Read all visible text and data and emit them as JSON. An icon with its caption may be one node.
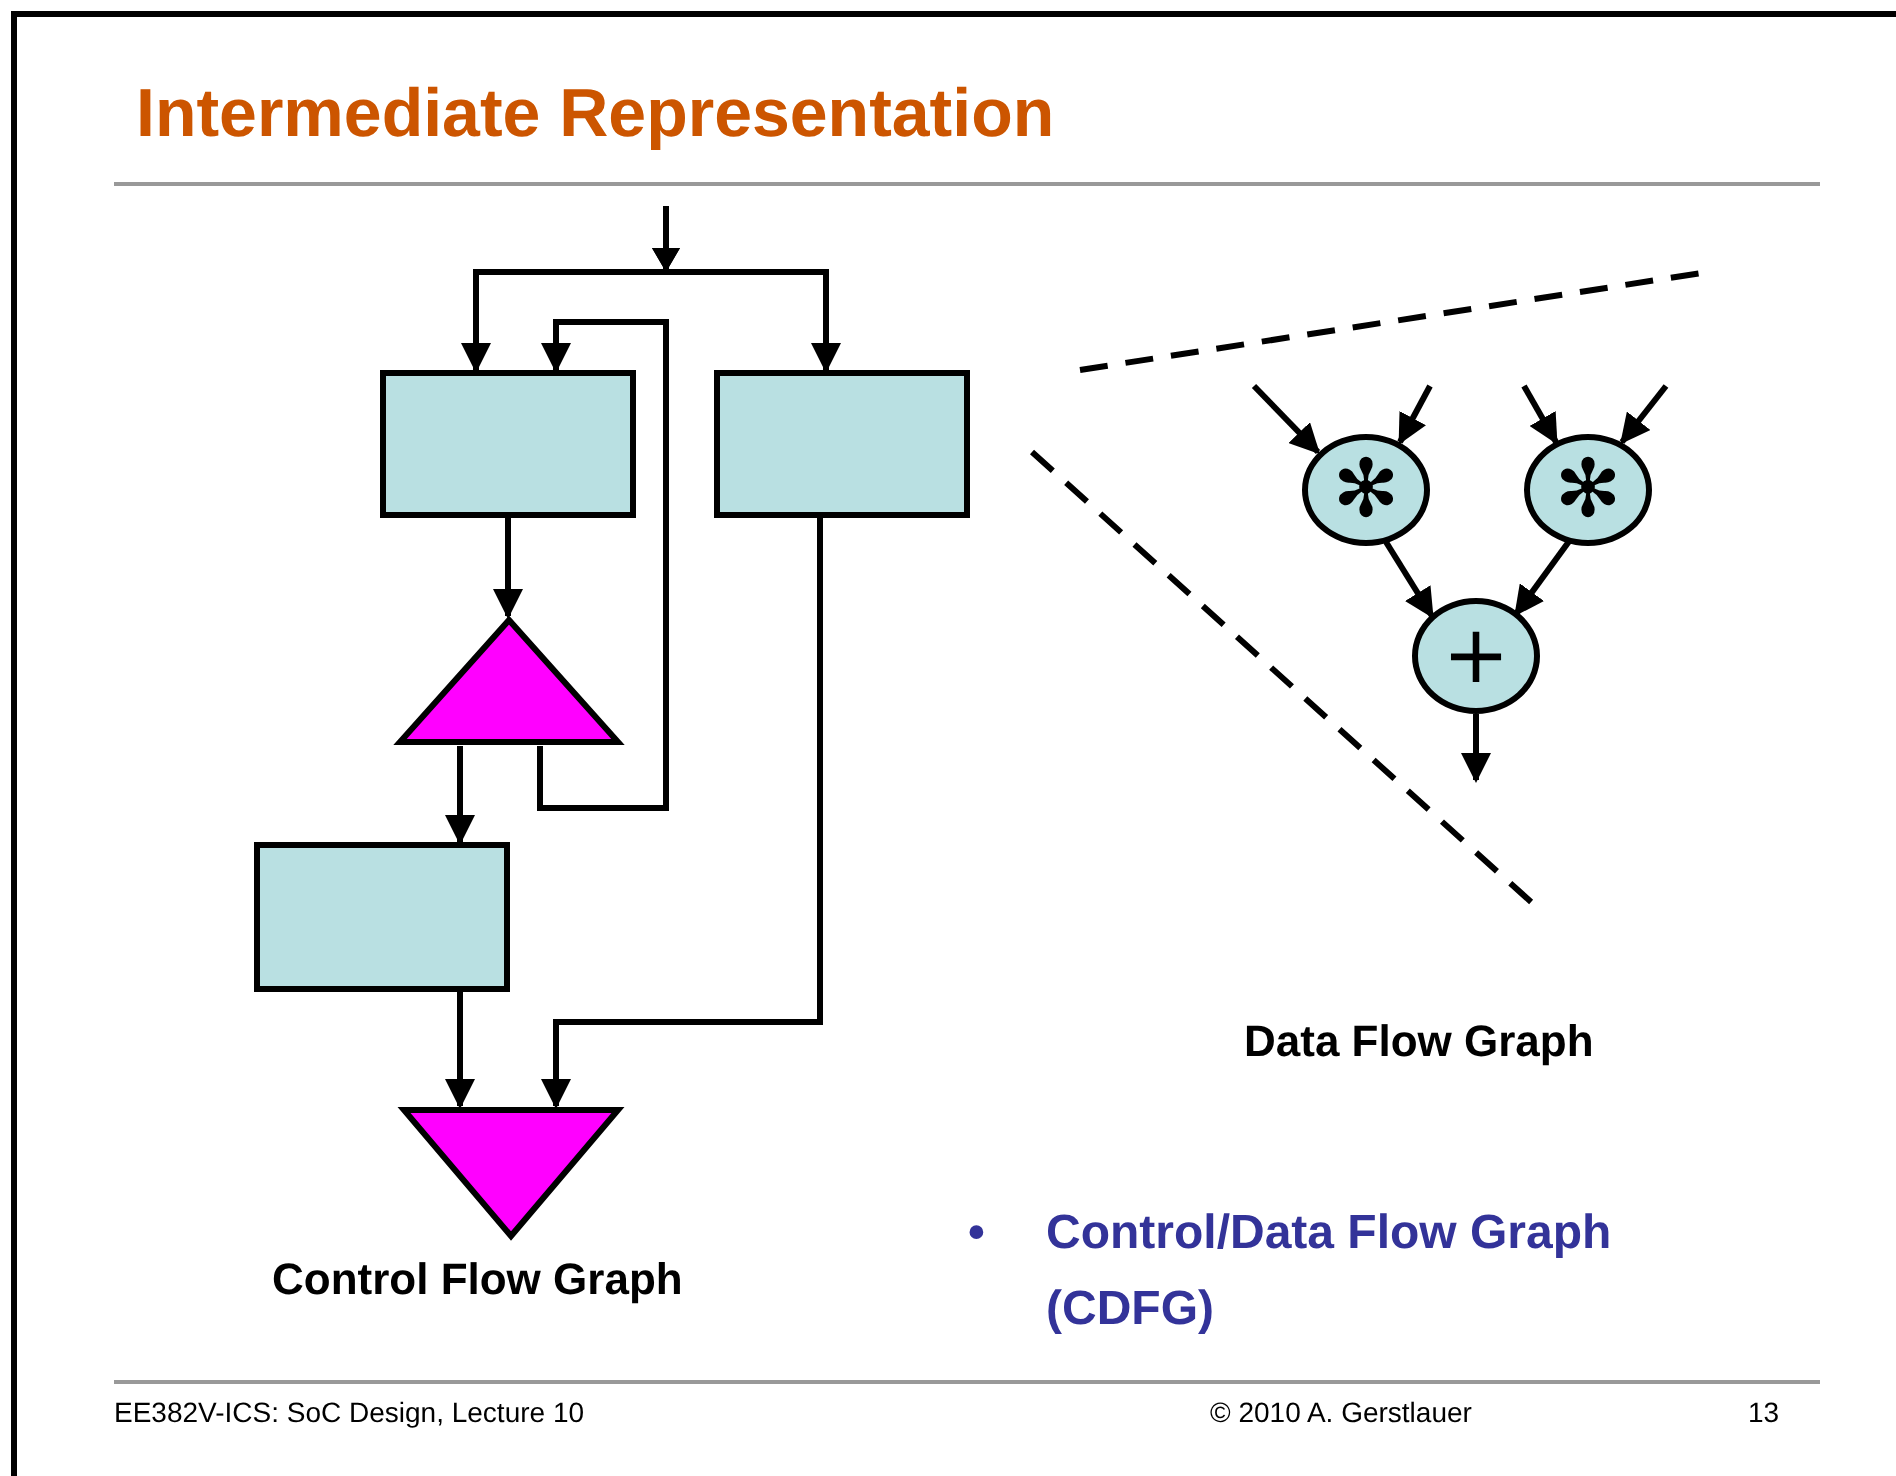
{
  "diagram": {
    "title": "Intermediate Representation",
    "nodes": [
      {
        "text": [],
        "shape": "box"
      },
      {
        "text": [],
        "shape": "box"
      },
      {
        "text": [],
        "shape": "triangle"
      },
      {
        "text": [],
        "shape": "box"
      },
      {
        "text": [],
        "shape": "triangle"
      },
      {
        "text": [
          "✻"
        ]
      },
      {
        "text": [
          "✻"
        ]
      },
      {
        "text": [
          "+"
        ]
      }
    ],
    "edges": [
      {
        "from": null,
        "to": 0,
        "arrow": "to"
      },
      {
        "from": null,
        "to": 1,
        "arrow": "to"
      },
      {
        "from": 0,
        "to": 2,
        "arrow": "to"
      },
      {
        "from": 2,
        "to": 0,
        "arrow": "to"
      },
      {
        "from": 2,
        "to": 3,
        "arrow": "to"
      },
      {
        "from": 3,
        "to": 4,
        "arrow": "to"
      },
      {
        "from": 1,
        "to": 4,
        "arrow": "to"
      },
      {
        "from": null,
        "to": 5,
        "arrow": "to"
      },
      {
        "from": null,
        "to": 5,
        "arrow": "to"
      },
      {
        "from": null,
        "to": 6,
        "arrow": "to"
      },
      {
        "from": null,
        "to": 6,
        "arrow": "to"
      },
      {
        "from": 5,
        "to": 7,
        "arrow": "to"
      },
      {
        "from": 6,
        "to": 7,
        "arrow": "to"
      },
      {
        "from": 7,
        "to": null,
        "arrow": "to"
      }
    ],
    "labels": [
      "Data Flow Graph",
      "Control Flow Graph",
      "•",
      "Control/Data Flow Graph (CDFG)",
      "EE382V-ICS: SoC Design, Lecture 10",
      "© 2010 A. Gerstlauer",
      "13"
    ]
  }
}
